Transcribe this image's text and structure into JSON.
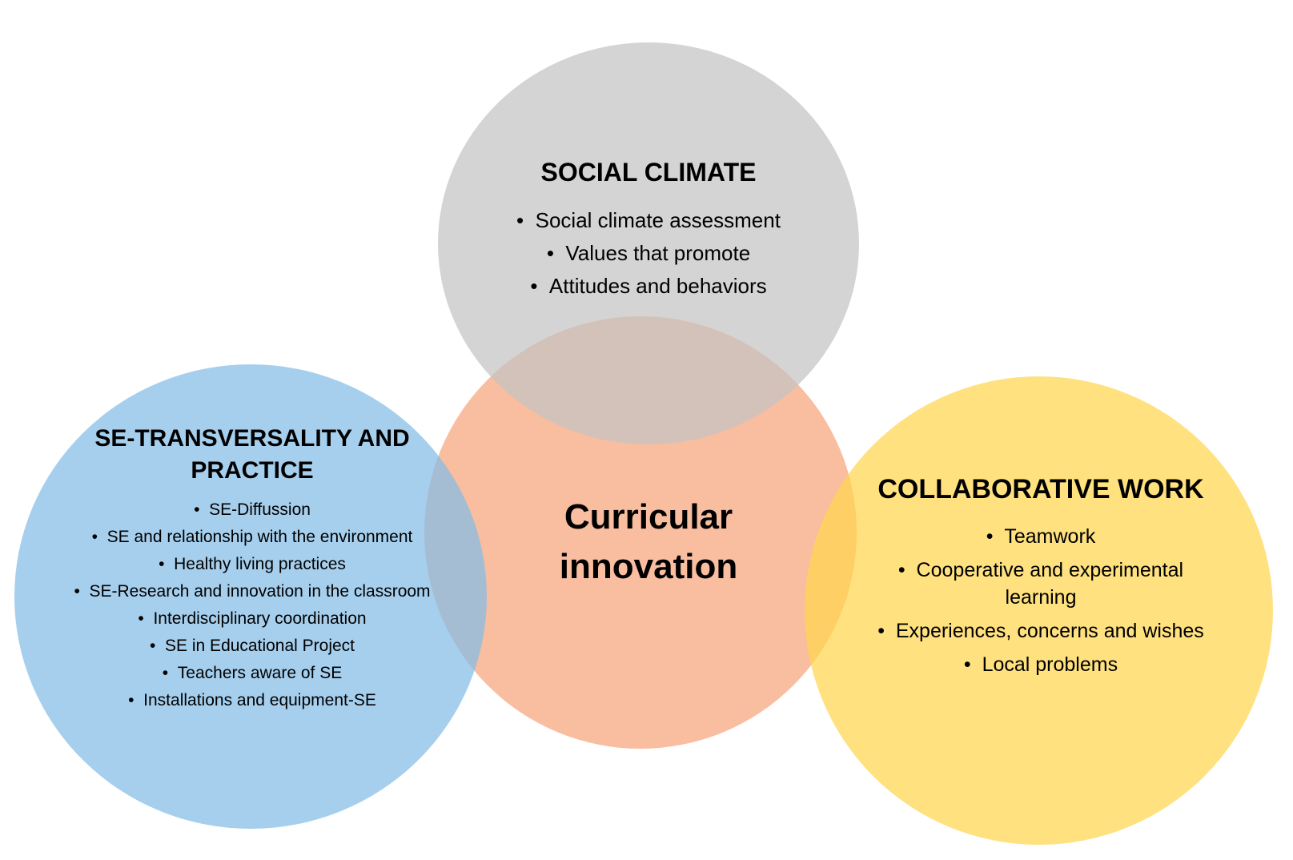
{
  "colors": {
    "center": "#f6a37a",
    "top": "#c3c3c3",
    "left": "#83bde6",
    "right": "#ffd54d"
  },
  "center": {
    "title": "Curricular innovation"
  },
  "social_climate": {
    "title": "SOCIAL CLIMATE",
    "items": [
      "Social climate assessment",
      "Values that promote",
      "Attitudes and behaviors"
    ]
  },
  "se_transversality": {
    "title": "SE-TRANSVERSALITY AND PRACTICE",
    "items": [
      "SE-Diffussion",
      "SE and relationship with the environment",
      "Healthy living practices",
      "SE-Research and innovation in the classroom",
      "Interdisciplinary coordination",
      "SE in Educational Project",
      "Teachers aware of SE",
      "Installations and equipment-SE"
    ]
  },
  "collaborative_work": {
    "title": "COLLABORATIVE WORK",
    "items": [
      "Teamwork",
      "Cooperative and experimental learning",
      "Experiences, concerns and wishes",
      "Local problems"
    ]
  }
}
